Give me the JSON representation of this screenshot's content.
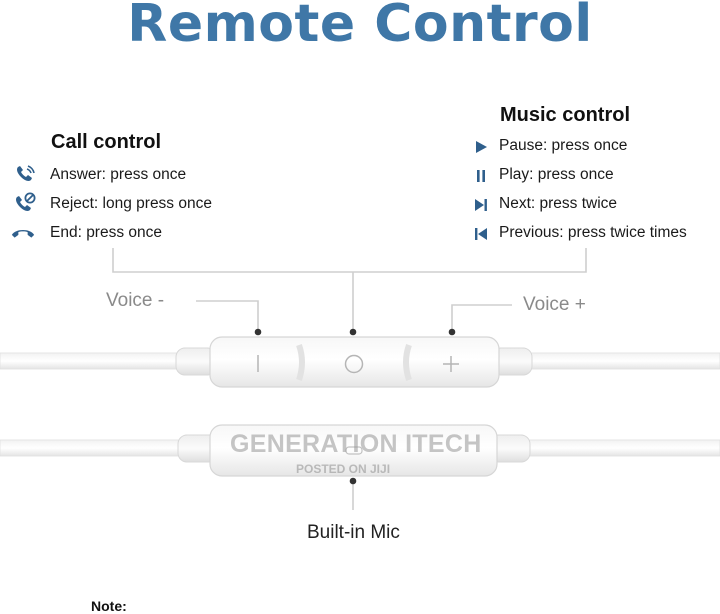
{
  "title": "Remote Control",
  "call_control": {
    "heading": "Call control",
    "items": [
      {
        "icon": "phone-answer-icon",
        "label": "Answer: press once"
      },
      {
        "icon": "phone-reject-icon",
        "label": "Reject: long press once"
      },
      {
        "icon": "phone-hangup-icon",
        "label": "End: press once"
      }
    ]
  },
  "music_control": {
    "heading": "Music control",
    "items": [
      {
        "icon": "play-icon",
        "label": "Pause: press once"
      },
      {
        "icon": "pause-icon",
        "label": "Play: press once"
      },
      {
        "icon": "next-track-icon",
        "label": "Next: press twice"
      },
      {
        "icon": "previous-track-icon",
        "label": "Previous: press twice times"
      }
    ]
  },
  "buttons": {
    "voice_minus": "Voice -",
    "voice_plus": "Voice +"
  },
  "mic_label": "Built-in Mic",
  "watermark": {
    "line1": "GENERATION ITECH",
    "line2": "POSTED ON JIJI"
  },
  "note_label": "Note:",
  "colors": {
    "title": "#3f77a7",
    "accent": "#2f5f8c",
    "connector": "#cfcfcf",
    "marker": "#333333"
  }
}
